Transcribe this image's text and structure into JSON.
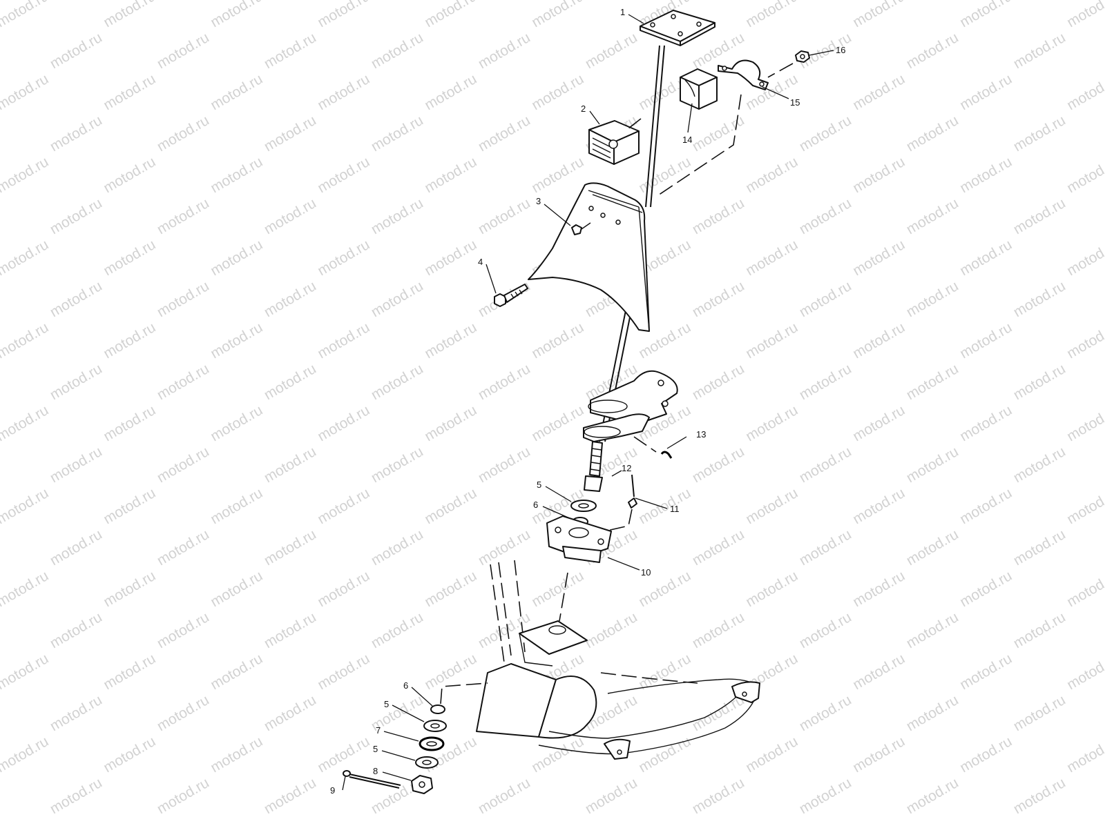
{
  "watermark": {
    "text": "motod.ru"
  },
  "callouts": [
    {
      "label": "1"
    },
    {
      "label": "2"
    },
    {
      "label": "3"
    },
    {
      "label": "4"
    },
    {
      "label": "5"
    },
    {
      "label": "6"
    },
    {
      "label": "10"
    },
    {
      "label": "11"
    },
    {
      "label": "12"
    },
    {
      "label": "13"
    },
    {
      "label": "14"
    },
    {
      "label": "15"
    },
    {
      "label": "16"
    },
    {
      "label": "6"
    },
    {
      "label": "5"
    },
    {
      "label": "7"
    },
    {
      "label": "5"
    },
    {
      "label": "8"
    },
    {
      "label": "9"
    }
  ]
}
